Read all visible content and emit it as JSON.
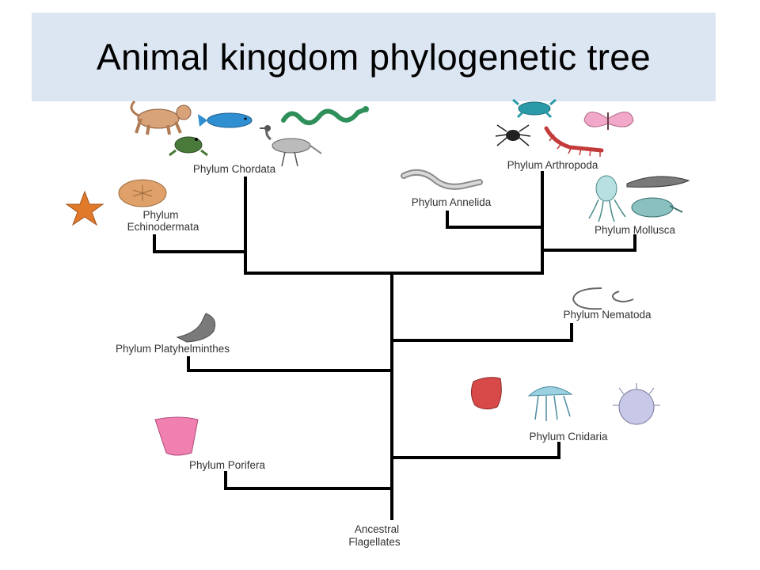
{
  "slide": {
    "title": "Animal kingdom phylogenetic tree"
  },
  "tree": {
    "root": [
      "Ancestral",
      "Flagellates"
    ],
    "phyla": {
      "chordata": [
        "Phylum Chordata"
      ],
      "echinodermata": [
        "Phylum",
        "Echinodermata"
      ],
      "arthropoda": [
        "Phylum Arthropoda"
      ],
      "annelida": [
        "Phylum Annelida"
      ],
      "mollusca": [
        "Phylum Mollusca"
      ],
      "nematoda": [
        "Phylum Nematoda"
      ],
      "platyhelminthes": [
        "Phylum Platyhelminthes"
      ],
      "cnidaria": [
        "Phylum Cnidaria"
      ],
      "porifera": [
        "Phylum Porifera"
      ]
    }
  },
  "colors": {
    "line": "#000000",
    "label": "#333333",
    "title_bg": "#dce6f2"
  }
}
